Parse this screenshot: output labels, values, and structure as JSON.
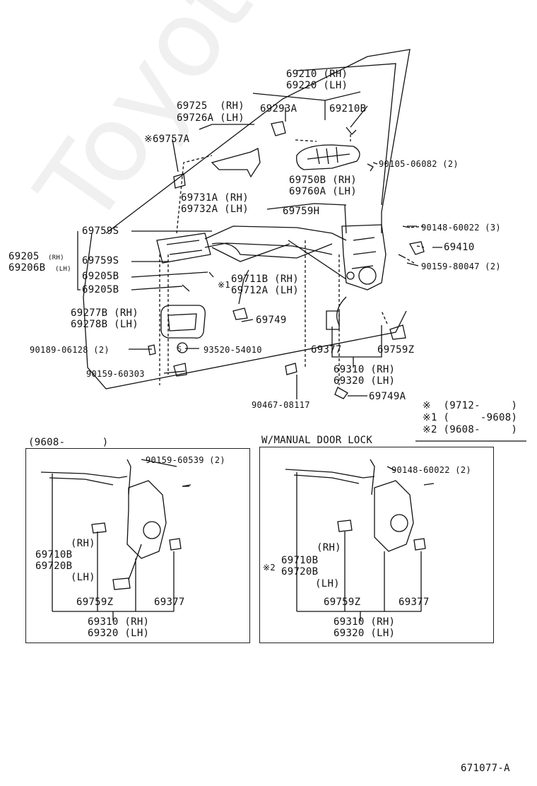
{
  "watermark": "ToyotaCarMe.ru",
  "footer_code": "671077-A",
  "main_labels": {
    "p69210": "69210 (RH)",
    "p69220": "69220 (LH)",
    "p69725": "69725  (RH)",
    "p69726A": "69726A (LH)",
    "p69293A": "69293A",
    "p69210B": "69210B",
    "p69757A": "※69757A",
    "p90105": "90105-06082 (2)",
    "p69750B": "69750B (RH)",
    "p69760A": "69760A (LH)",
    "p69731A": "69731A (RH)",
    "p69732A": "69732A (LH)",
    "p69759H": "69759H",
    "p90148a": "90148-60022 (3)",
    "p69410": "69410",
    "p90159_80047": "90159-80047 (2)",
    "p69759S_1": "69759S",
    "p69759S_2": "69759S",
    "p69205_rh": "69205",
    "p69205_rh_suffix": "(RH)",
    "p69206B_lh": "69206B",
    "p69206B_lh_suffix": "(LH)",
    "p69205B_1": "69205B",
    "p69205B_2": "69205B",
    "p69711B": "69711B (RH)",
    "p69711B_mark": "※1",
    "p69712A": "69712A (LH)",
    "p69277B": "69277B (RH)",
    "p69278B": "69278B (LH)",
    "p69749": "69749",
    "p90189": "90189-06128 (2)",
    "p93520": "93520-54010",
    "s_mark": "S",
    "p69377": "69377",
    "p69759Z": "69759Z",
    "p90159_60303": "90159-60303",
    "p69310": "69310 (RH)",
    "p69320": "69320 (LH)",
    "p69749A": "69749A",
    "p90467": "90467-08117"
  },
  "legend": {
    "r1": "※  (9712-     )",
    "r2": "※1 (     -9608)",
    "r3": "※2 (9608-     )"
  },
  "panel_left": {
    "title": "(9608-      )",
    "p90159": "90159-60539 (2)",
    "rh": "(RH)",
    "p69710B": "69710B",
    "p69720B": "69720B",
    "lh": "(LH)",
    "p69759Z": "69759Z",
    "p69377": "69377",
    "p69310": "69310 (RH)",
    "p69320": "69320 (LH)"
  },
  "panel_right": {
    "title": "W/MANUAL DOOR LOCK",
    "p90148": "90148-60022 (2)",
    "rh": "(RH)",
    "mark": "※2",
    "p69710B": "69710B",
    "p69720B": "69720B",
    "lh": "(LH)",
    "p69759Z": "69759Z",
    "p69377": "69377",
    "p69310": "69310 (RH)",
    "p69320": "69320 (LH)"
  }
}
